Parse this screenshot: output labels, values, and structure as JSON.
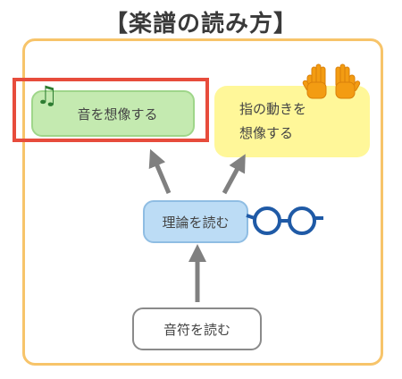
{
  "title": "【楽譜の読み方】",
  "boxes": {
    "imagine_sound": "音を想像する",
    "imagine_fingers_line1": "指の動きを",
    "imagine_fingers_line2": "想像する",
    "theory": "理論を読む",
    "notes": "音符を読む"
  },
  "colors": {
    "frame": "#f7c46a",
    "highlight": "#e74c3c",
    "sound_box": "#c4eab0",
    "fingers_box": "#fff799",
    "theory_box": "#bcdcf5",
    "arrow": "#808080",
    "glasses": "#1f5aa6"
  },
  "icons": [
    "music-note-icon",
    "raised-hands-icon",
    "glasses-icon"
  ]
}
